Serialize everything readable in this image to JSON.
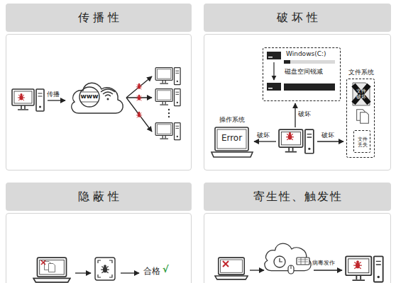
{
  "diagram": {
    "nodes": [
      {
        "text": [
          "传播性"
        ]
      },
      {
        "text": [
          "www"
        ],
        "in": 0
      },
      {
        "text": [
          "破坏性"
        ]
      },
      {
        "text": [
          "Windows(C:)",
          "磁盘空间锐减"
        ],
        "in": 2
      },
      {
        "text": [
          "操作系统",
          "Error"
        ],
        "in": 2
      },
      {
        "text": [
          "文件系统"
        ],
        "in": 2
      },
      {
        "text": [
          "文件破坏"
        ],
        "in": 5
      },
      {
        "text": [
          "文件丢失"
        ],
        "in": 5
      },
      {
        "text": [
          "隐蔽性"
        ]
      },
      {
        "text": [
          "寄生性、触发性"
        ]
      }
    ],
    "labels": [
      "传播",
      "破坏",
      "破坏",
      "破坏",
      "合格",
      "√",
      "病毒发作"
    ]
  }
}
